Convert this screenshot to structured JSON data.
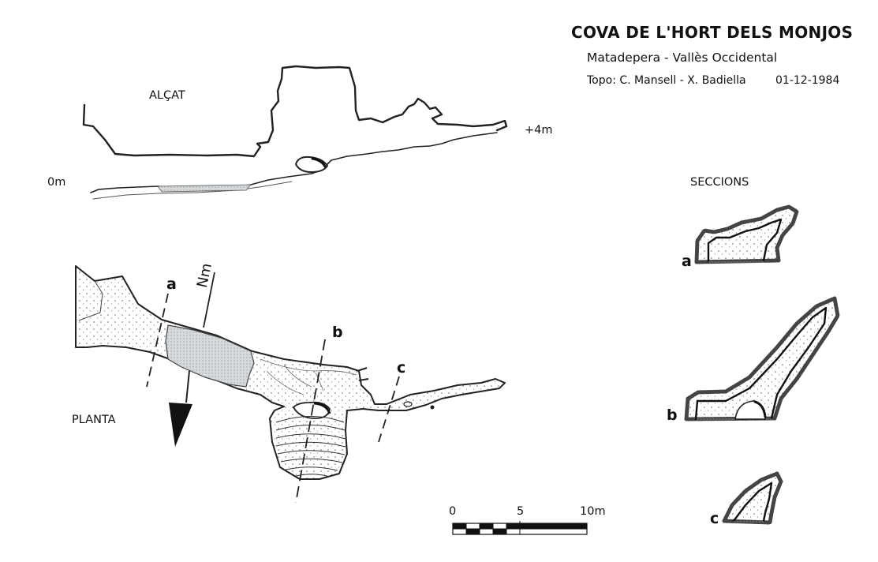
{
  "header": {
    "title": "COVA DE L'HORT DELS MONJOS",
    "location": "Matadepera  -  Vallès Occidental",
    "credit": "Topo: C. Mansell - X. Badiella",
    "date": "01-12-1984"
  },
  "elevation": {
    "label": "ALÇAT",
    "depth_bottom": "0m",
    "depth_top": "+4m"
  },
  "plan": {
    "label": "PLANTA",
    "north_label": "Nm",
    "section_markers": [
      "a",
      "b",
      "c"
    ]
  },
  "sections": {
    "label": "SECCIONS",
    "items": [
      {
        "id": "a",
        "label": "a"
      },
      {
        "id": "b",
        "label": "b"
      },
      {
        "id": "c",
        "label": "c"
      }
    ]
  },
  "scale_bar": {
    "labels": [
      "0",
      "5",
      "10m"
    ],
    "max_value": 10,
    "unit": "m"
  },
  "colors": {
    "ink": "#222222",
    "water": "#cfd3d6",
    "background": "#ffffff"
  }
}
